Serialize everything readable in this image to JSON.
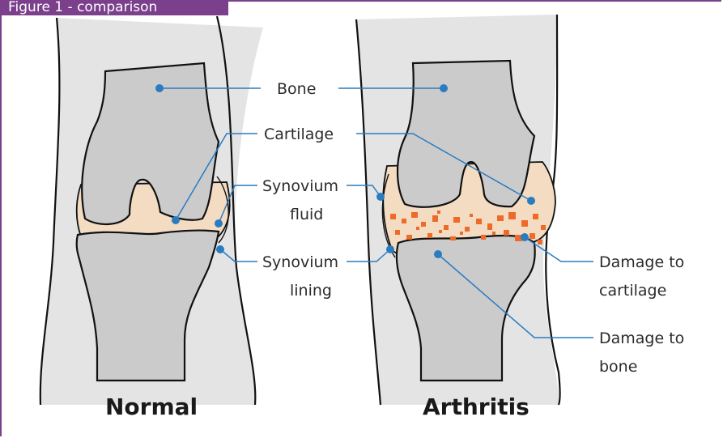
{
  "figure": {
    "title": "Figure 1 - comparison"
  },
  "captions": {
    "normal": "Normal",
    "arthritis": "Arthritis"
  },
  "labels": {
    "bone": "Bone",
    "cartilage": "Cartilage",
    "synovium_fluid_1": "Synovium",
    "synovium_fluid_2": "fluid",
    "synovium_lining_1": "Synovium",
    "synovium_lining_2": "lining",
    "damage_cartilage_1": "Damage to",
    "damage_cartilage_2": "cartilage",
    "damage_bone_1": "Damage to",
    "damage_bone_2": "bone"
  },
  "colors": {
    "frame": "#7b3f8c",
    "skin": "#e4e4e4",
    "bone": "#cbcbcc",
    "fluid": "#f4dcc3",
    "damage": "#ee6a2a",
    "pointer": "#2a7cc0"
  }
}
